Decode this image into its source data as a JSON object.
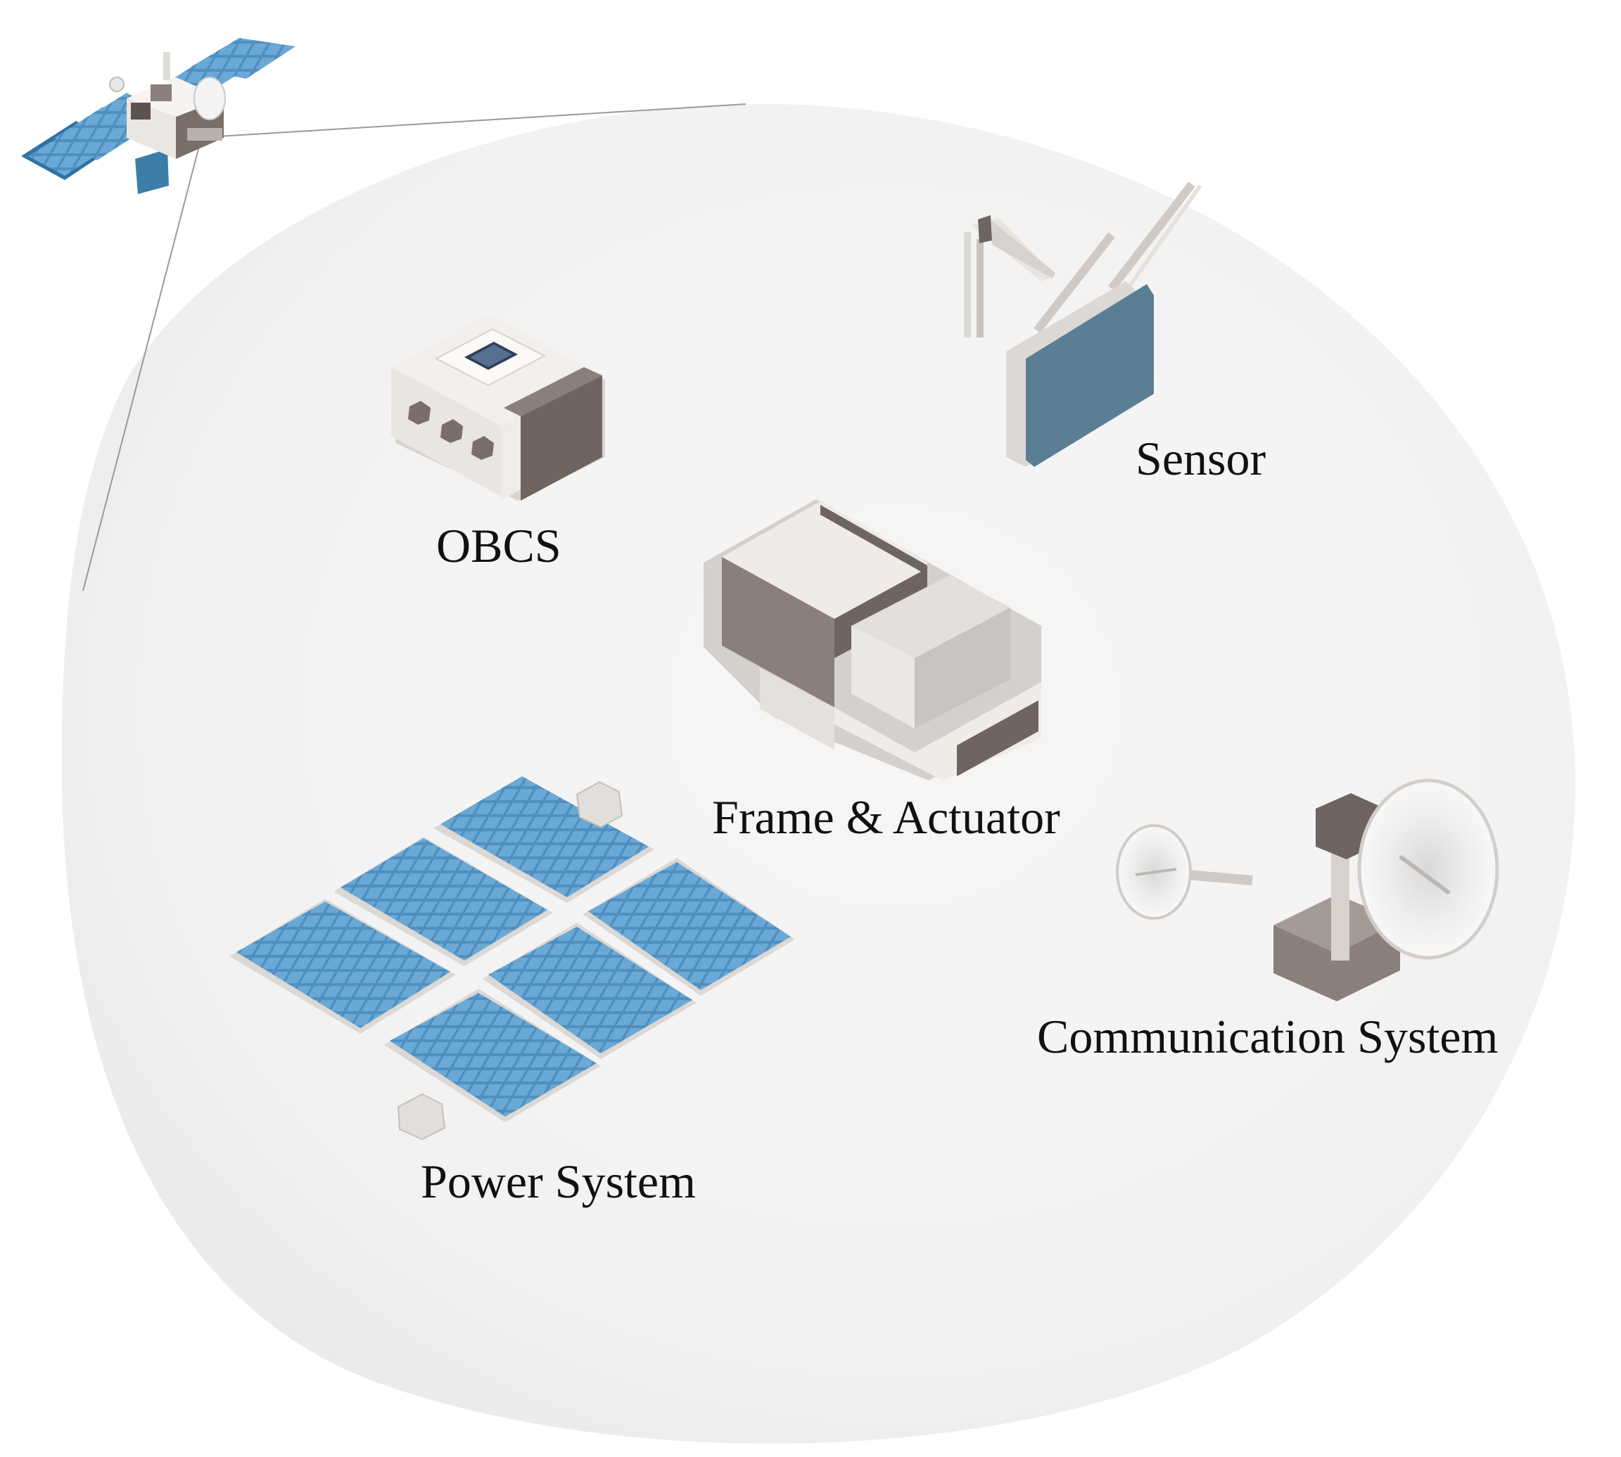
{
  "diagram": {
    "components": {
      "obcs": {
        "label": "OBCS",
        "icon": "computer-box-with-chip-icon"
      },
      "sensor": {
        "label": "Sensor",
        "icon": "sensor-antenna-panel-icon"
      },
      "frame": {
        "label": "Frame & Actuator",
        "icon": "frame-actuator-block-icon"
      },
      "comm": {
        "label": "Communication System",
        "icon": "satellite-dish-icon"
      },
      "power": {
        "label": "Power System",
        "icon": "solar-panel-array-icon"
      }
    },
    "satellite_icon": "satellite-icon",
    "colors": {
      "bubble": "#efefef",
      "panel_blue": "#4f8fbf",
      "panel_cell": "#6aa8d6",
      "dark_gray": "#6f6460",
      "mid_gray": "#8a7f7b",
      "light_gray": "#e6e3e0",
      "sensor_blue": "#5a7f95"
    }
  }
}
